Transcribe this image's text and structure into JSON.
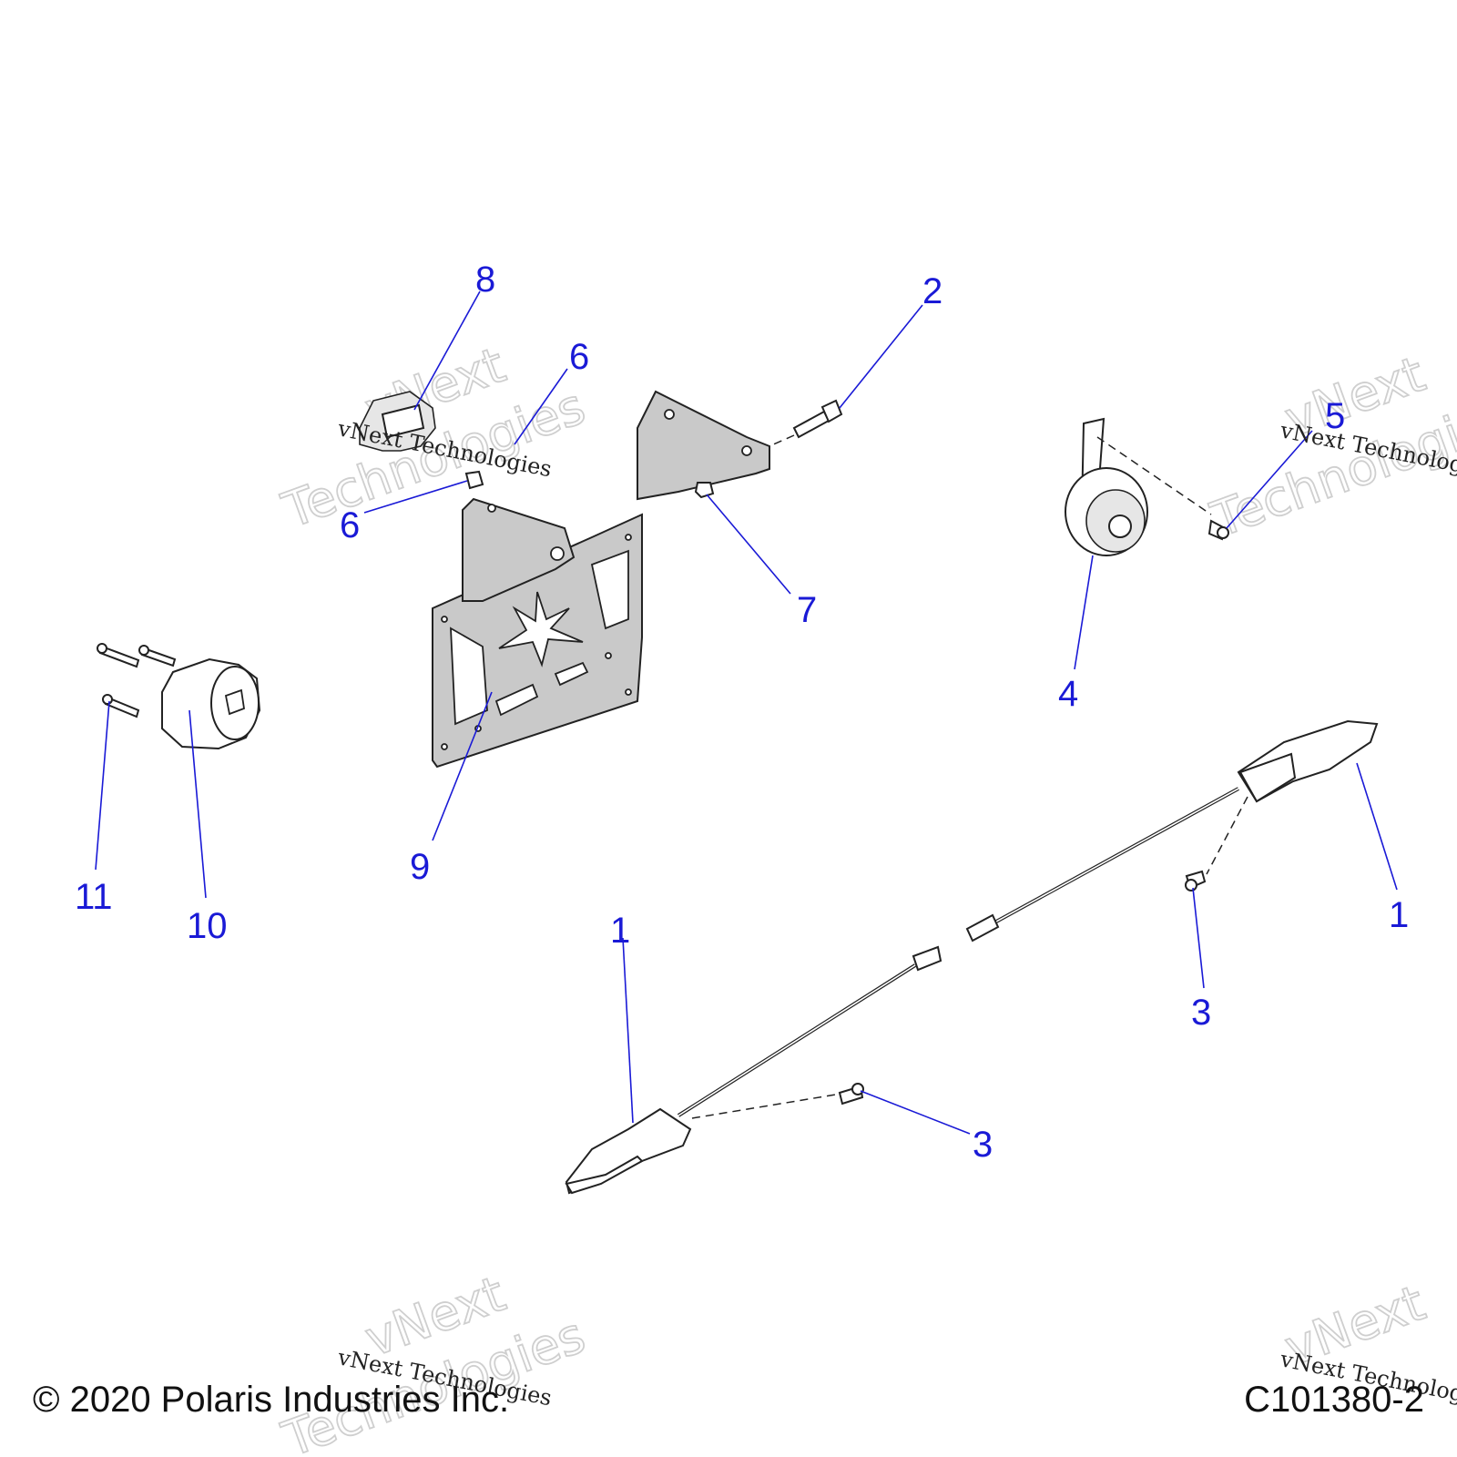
{
  "callouts": {
    "c1a": "1",
    "c1b": "1",
    "c2": "2",
    "c3a": "3",
    "c3b": "3",
    "c4": "4",
    "c5": "5",
    "c6a": "6",
    "c6b": "6",
    "c7": "7",
    "c8": "8",
    "c9": "9",
    "c10": "10",
    "c11": "11"
  },
  "watermark": {
    "serif_text": "vNext Technologies",
    "outline_word_1": "vNext",
    "outline_word_2": "Technologies"
  },
  "footer": {
    "copyright": "© 2020 Polaris Industries Inc.",
    "figure_id": "C101380-2"
  },
  "colors": {
    "callout": "#1a1ad6",
    "line_art": "#222222",
    "bracket_fill": "#c9c9c9"
  }
}
